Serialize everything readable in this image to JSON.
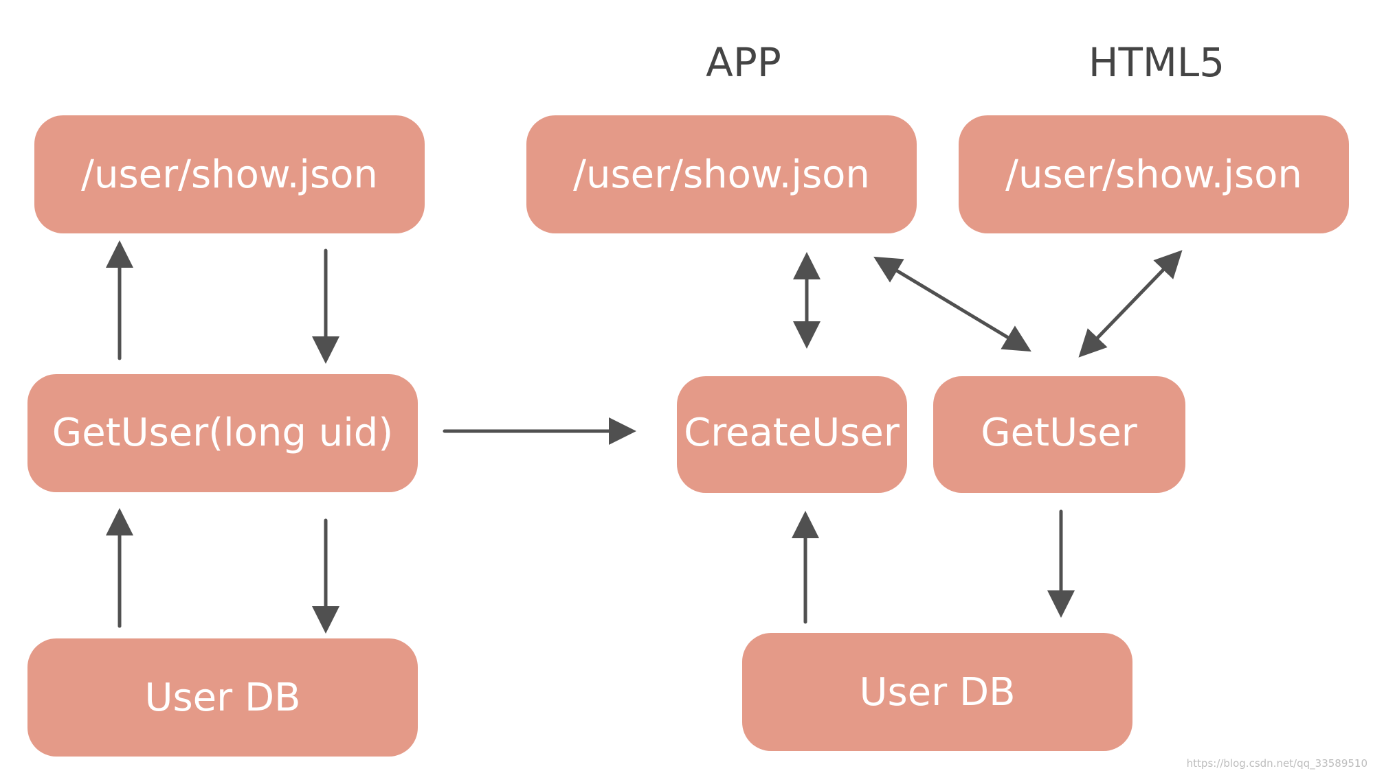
{
  "headers": {
    "app": "APP",
    "html5": "HTML5"
  },
  "left": {
    "api": "/user/show.json",
    "service": "GetUser(long uid)",
    "db": "User DB"
  },
  "right": {
    "app_api": "/user/show.json",
    "html5_api": "/user/show.json",
    "create_service": "CreateUser",
    "get_service": "GetUser",
    "db": "User DB"
  },
  "watermark": "https://blog.csdn.net/qq_33589510",
  "colors": {
    "box_fill": "#e49a88",
    "box_text": "#ffffff",
    "arrow": "#505050",
    "header_text": "#444444"
  }
}
